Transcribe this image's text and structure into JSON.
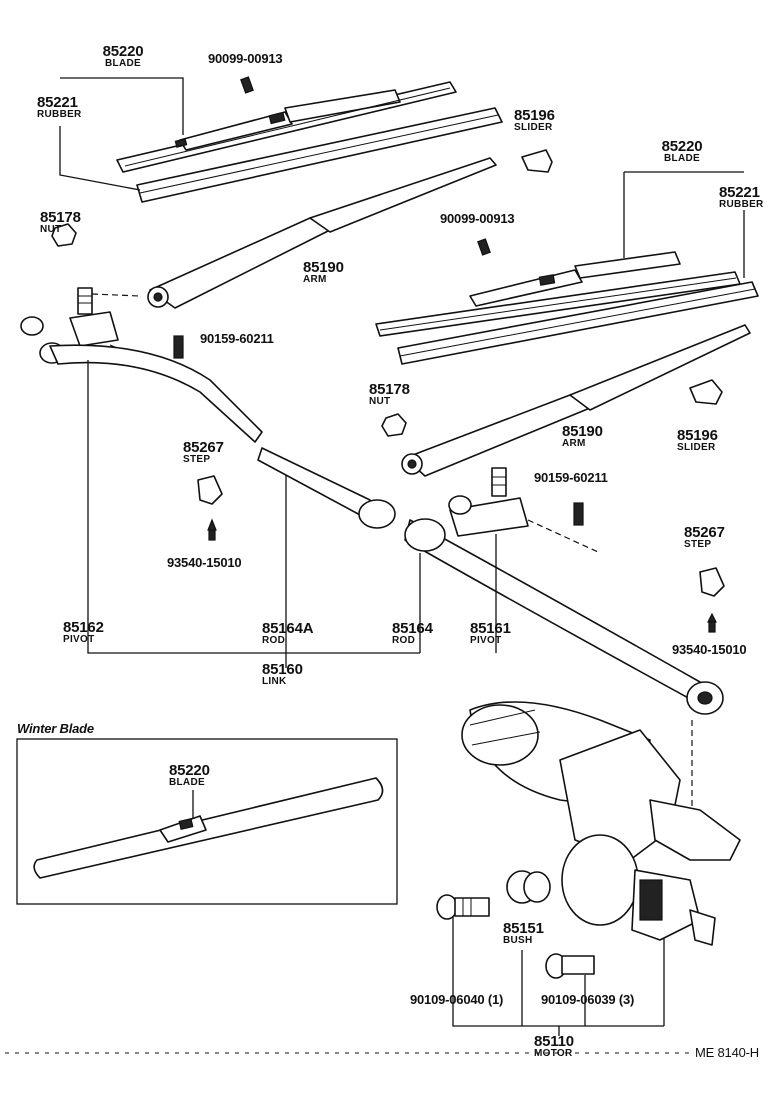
{
  "labels": {
    "blade_top": {
      "num": "85220",
      "name": "BLADE"
    },
    "screw_top": {
      "num": "90099-00913"
    },
    "rubber_top": {
      "num": "85221",
      "name": "RUBBER"
    },
    "slider_top": {
      "num": "85196",
      "name": "SLIDER"
    },
    "nut_left": {
      "num": "85178",
      "name": "NUT"
    },
    "arm_left": {
      "num": "85190",
      "name": "ARM"
    },
    "bolt_left": {
      "num": "90159-60211"
    },
    "blade_right": {
      "num": "85220",
      "name": "BLADE"
    },
    "rubber_right": {
      "num": "85221",
      "name": "RUBBER"
    },
    "screw_right": {
      "num": "90099-00913"
    },
    "nut_right": {
      "num": "85178",
      "name": "NUT"
    },
    "arm_right": {
      "num": "85190",
      "name": "ARM"
    },
    "slider_right": {
      "num": "85196",
      "name": "SLIDER"
    },
    "step_left": {
      "num": "85267",
      "name": "STEP"
    },
    "clip_left": {
      "num": "93540-15010"
    },
    "bolt_right": {
      "num": "90159-60211"
    },
    "step_right": {
      "num": "85267",
      "name": "STEP"
    },
    "clip_right": {
      "num": "93540-15010"
    },
    "pivot_left": {
      "num": "85162",
      "name": "PIVOT"
    },
    "rod_a": {
      "num": "85164A",
      "name": "ROD"
    },
    "rod": {
      "num": "85164",
      "name": "ROD"
    },
    "pivot_right": {
      "num": "85161",
      "name": "PIVOT"
    },
    "link": {
      "num": "85160",
      "name": "LINK"
    },
    "winter_blade": {
      "num": "85220",
      "name": "BLADE"
    },
    "bush": {
      "num": "85151",
      "name": "BUSH"
    },
    "bolt_motor_a": {
      "num": "90109-06040 (1)"
    },
    "bolt_motor_b": {
      "num": "90109-06039 (3)"
    },
    "motor": {
      "num": "85110",
      "name": "MOTOR"
    }
  },
  "winter_title": "Winter Blade",
  "code": "ME  8140-H"
}
